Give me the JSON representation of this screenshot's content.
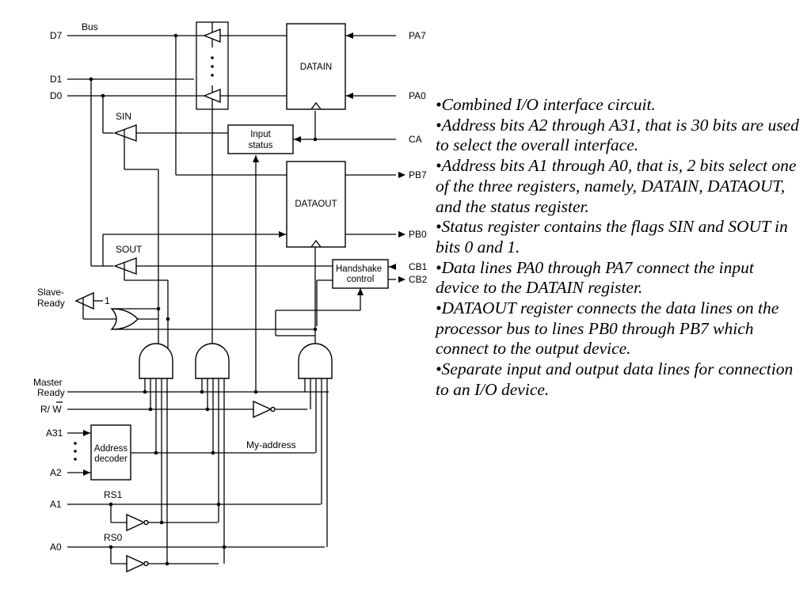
{
  "diagram": {
    "labels": {
      "bus": "Bus",
      "d7": "D7",
      "d1": "D1",
      "d0": "D0",
      "sin": "SIN",
      "sout": "SOUT",
      "slave_ready_1": "Slave-",
      "slave_ready_2": "Ready",
      "buffer_input": "1",
      "master_ready_1": "Master",
      "master_ready_2": "Ready",
      "rw": "R/ W",
      "a31": "A31",
      "a2": "A2",
      "a1": "A1",
      "a0": "A0",
      "rs1": "RS1",
      "rs0": "RS0",
      "my_address": "My-address",
      "pa7": "PA7",
      "pa0": "PA0",
      "ca": "CA",
      "pb7": "PB7",
      "pb0": "PB0",
      "cb1": "CB1",
      "cb2": "CB2"
    },
    "blocks": {
      "datain": "DATAIN",
      "dataout": "DATAOUT",
      "input_status_1": "Input",
      "input_status_2": "status",
      "handshake_1": "Handshake",
      "handshake_2": "control",
      "address_decoder_1": "Address",
      "address_decoder_2": "decoder"
    }
  },
  "notes": [
    "•Combined I/O interface circuit.",
    "•Address bits A2 through A31, that is 30 bits are used to select the overall interface.",
    "•Address bits A1 through A0, that is, 2 bits select one of the three registers, namely, DATAIN, DATAOUT, and the status register.",
    "•Status register contains the flags SIN and SOUT in bits 0 and 1.",
    "•Data lines PA0 through PA7 connect the input device to the DATAIN register.",
    "•DATAOUT register connects the data lines on the processor bus to lines PB0 through PB7 which connect to the output device.",
    "•Separate input and output data lines for connection to an I/O device."
  ]
}
